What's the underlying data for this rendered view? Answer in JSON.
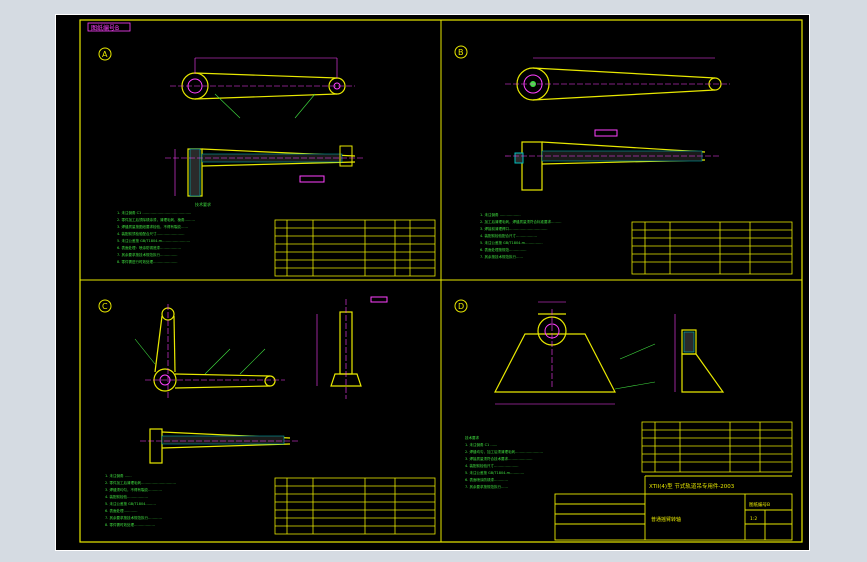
{
  "window": {
    "title": ""
  },
  "sheet": {
    "stamp": "图纸编号B",
    "colors": {
      "frame": "#ffffff",
      "border": "#e8e800",
      "dim": "#ff40ff",
      "part": "#e8e800",
      "section": "#00c0c0",
      "text": "#40e040",
      "label": "#00a0ff"
    },
    "panels": [
      {
        "id": "A",
        "label": "A"
      },
      {
        "id": "B",
        "label": "B"
      },
      {
        "id": "C",
        "label": "C"
      },
      {
        "id": "D",
        "label": "D"
      }
    ],
    "view_label": "A",
    "title_block": {
      "drawing_title": "XTII(4)型 节式轨道吊专用件-2003",
      "drawing_no": "图纸编号B",
      "scale": "1:2",
      "sheet_name": "普通摇臂转轴"
    },
    "detail_title": "技术要求"
  }
}
